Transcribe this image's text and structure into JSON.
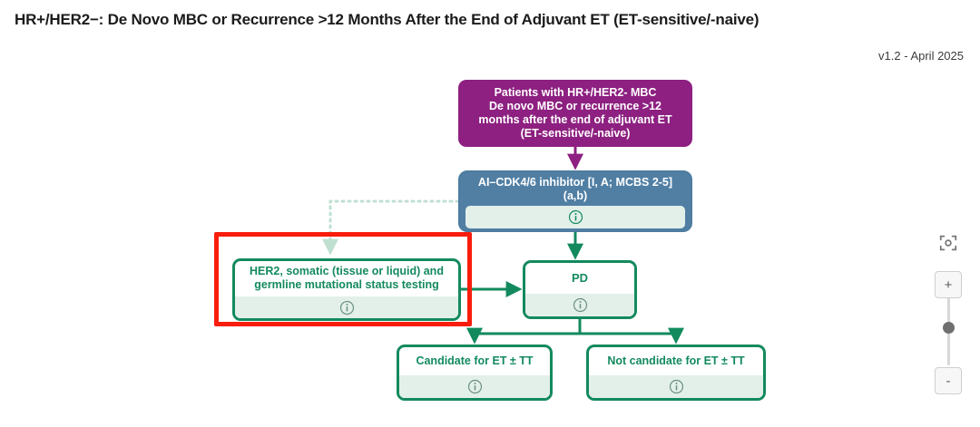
{
  "header": {
    "title": "HR+/HER2−: De Novo MBC or Recurrence >12 Months After the End of Adjuvant ET (ET-sensitive/-naive)",
    "version": "v1.2 - April 2025"
  },
  "diagram": {
    "nodes": {
      "root": {
        "label": "Patients with HR+/HER2- MBC\nDe novo MBC or recurrence >12\nmonths after the end of adjuvant ET\n(ET-sensitive/-naive)",
        "line1": "Patients with HR+/HER2- MBC",
        "line2": "De novo MBC or recurrence >12",
        "line3": "months after the end of adjuvant ET",
        "line4": "(ET-sensitive/-naive)",
        "color": "#8d2080",
        "text_color": "#ffffff"
      },
      "treatment": {
        "line1": "AI–CDK4/6 inhibitor [I, A; MCBS 2-5]",
        "line2": "(a,b)",
        "color": "#517fa4",
        "text_color": "#ffffff",
        "info": "i"
      },
      "her2_testing": {
        "line1": "HER2, somatic (tissue or liquid) and",
        "line2": "germline mutational status testing",
        "color": "#138a5e",
        "info": "i",
        "highlighted": true,
        "highlight_color": "#f91d0c"
      },
      "pd": {
        "label": "PD",
        "color": "#138a5e",
        "info": "i"
      },
      "candidate": {
        "label": "Candidate for ET ± TT",
        "color": "#138a5e",
        "info": "i"
      },
      "not_candidate": {
        "label": "Not candidate for ET ± TT",
        "color": "#138a5e",
        "info": "i"
      }
    }
  },
  "controls": {
    "fit_icon": "focus-frame-icon",
    "zoom_in_label": "+",
    "zoom_out_label": "-"
  }
}
